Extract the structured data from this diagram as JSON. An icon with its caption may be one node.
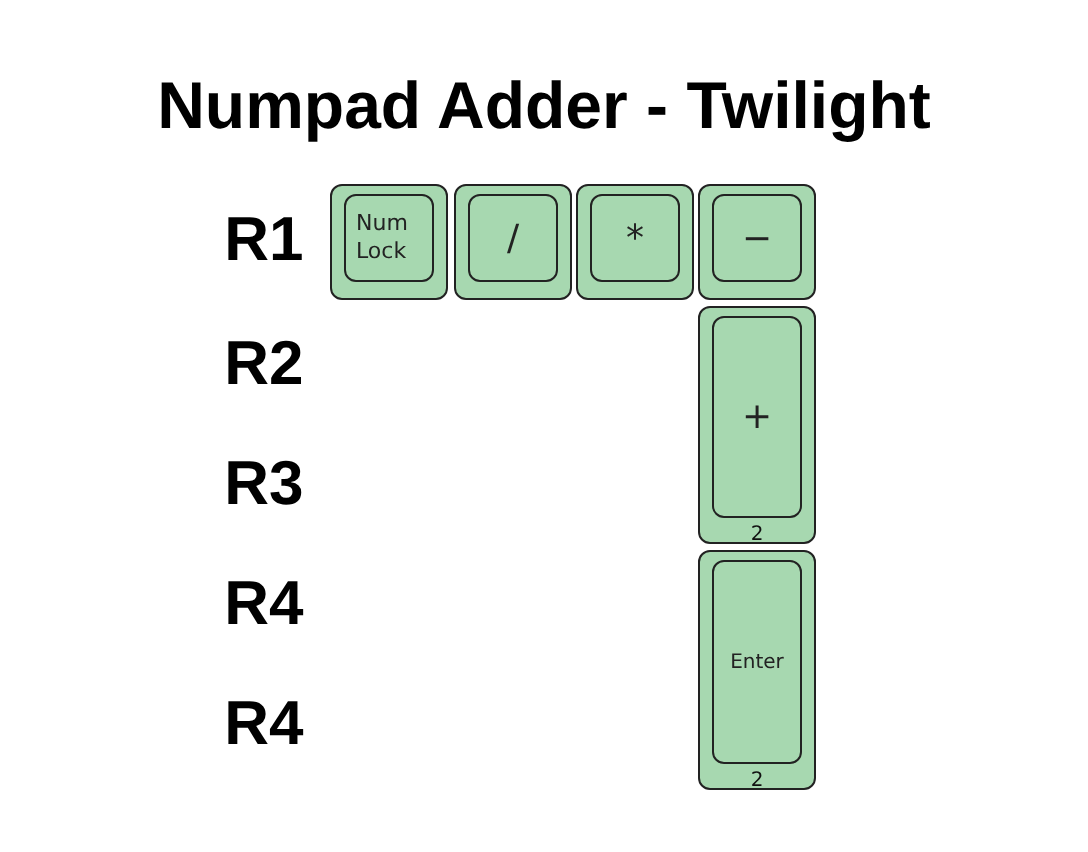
{
  "diagram": {
    "title": "Numpad Adder - Twilight",
    "nodes": [
      {
        "text": [
          "Num Lock"
        ]
      },
      {
        "text": [
          "/"
        ]
      },
      {
        "text": [
          "*"
        ]
      },
      {
        "text": [
          "−"
        ]
      },
      {
        "text": [
          "+",
          "2"
        ]
      },
      {
        "text": [
          "Enter",
          "2"
        ]
      }
    ],
    "labels": [
      "R1",
      "R2",
      "R3",
      "R4",
      "R4"
    ]
  }
}
